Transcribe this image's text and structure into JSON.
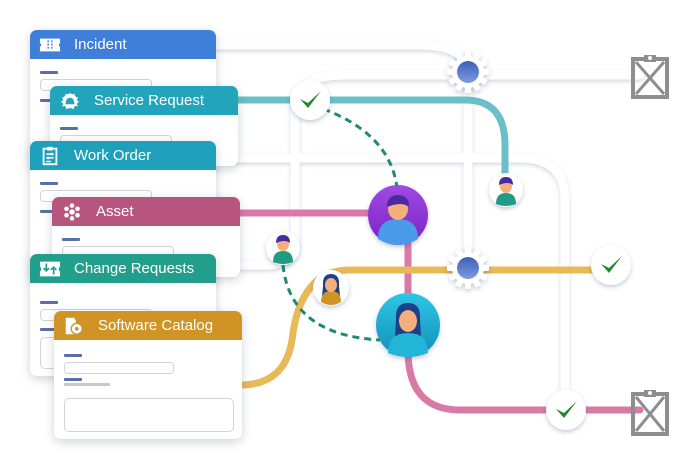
{
  "diagram": {
    "title": "IT service workflow routing",
    "colors": {
      "incident": "#3f7fd9",
      "service_request": "#22a5ba",
      "work_order": "#1e9fba",
      "asset": "#b8557e",
      "change_requests": "#229e8c",
      "software_catalog": "#cf9425",
      "pipe_teal": "#6bbfc9",
      "pipe_pink": "#d97aa6",
      "pipe_yellow": "#e9b857",
      "pipe_white": "#ffffff",
      "dashed": "#1e8a6e",
      "check_green": "#1f8a2a",
      "gear_core": "#5a78c8",
      "clipboard_gray": "#8e8e8e"
    }
  },
  "cards": [
    {
      "id": "incident",
      "label": "Incident",
      "icon": "ticket-icon"
    },
    {
      "id": "service_request",
      "label": "Service Request",
      "icon": "service-bell-gear-icon"
    },
    {
      "id": "work_order",
      "label": "Work Order",
      "icon": "clipboard-tools-icon"
    },
    {
      "id": "asset",
      "label": "Asset",
      "icon": "snowflake-asset-icon"
    },
    {
      "id": "change_requests",
      "label": "Change Requests",
      "icon": "swap-arrows-ticket-icon"
    },
    {
      "id": "software_catalog",
      "label": "Software Catalog",
      "icon": "software-disc-icon"
    }
  ],
  "nodes": {
    "checks": [
      "approved",
      "approved",
      "approved"
    ],
    "gears": [
      "process",
      "process"
    ],
    "agents": [
      "agent-purple",
      "agent-cyan",
      "agent-small-1",
      "agent-small-2",
      "agent-small-3"
    ],
    "endpoints": [
      "rejected-clipboard",
      "rejected-clipboard"
    ]
  }
}
